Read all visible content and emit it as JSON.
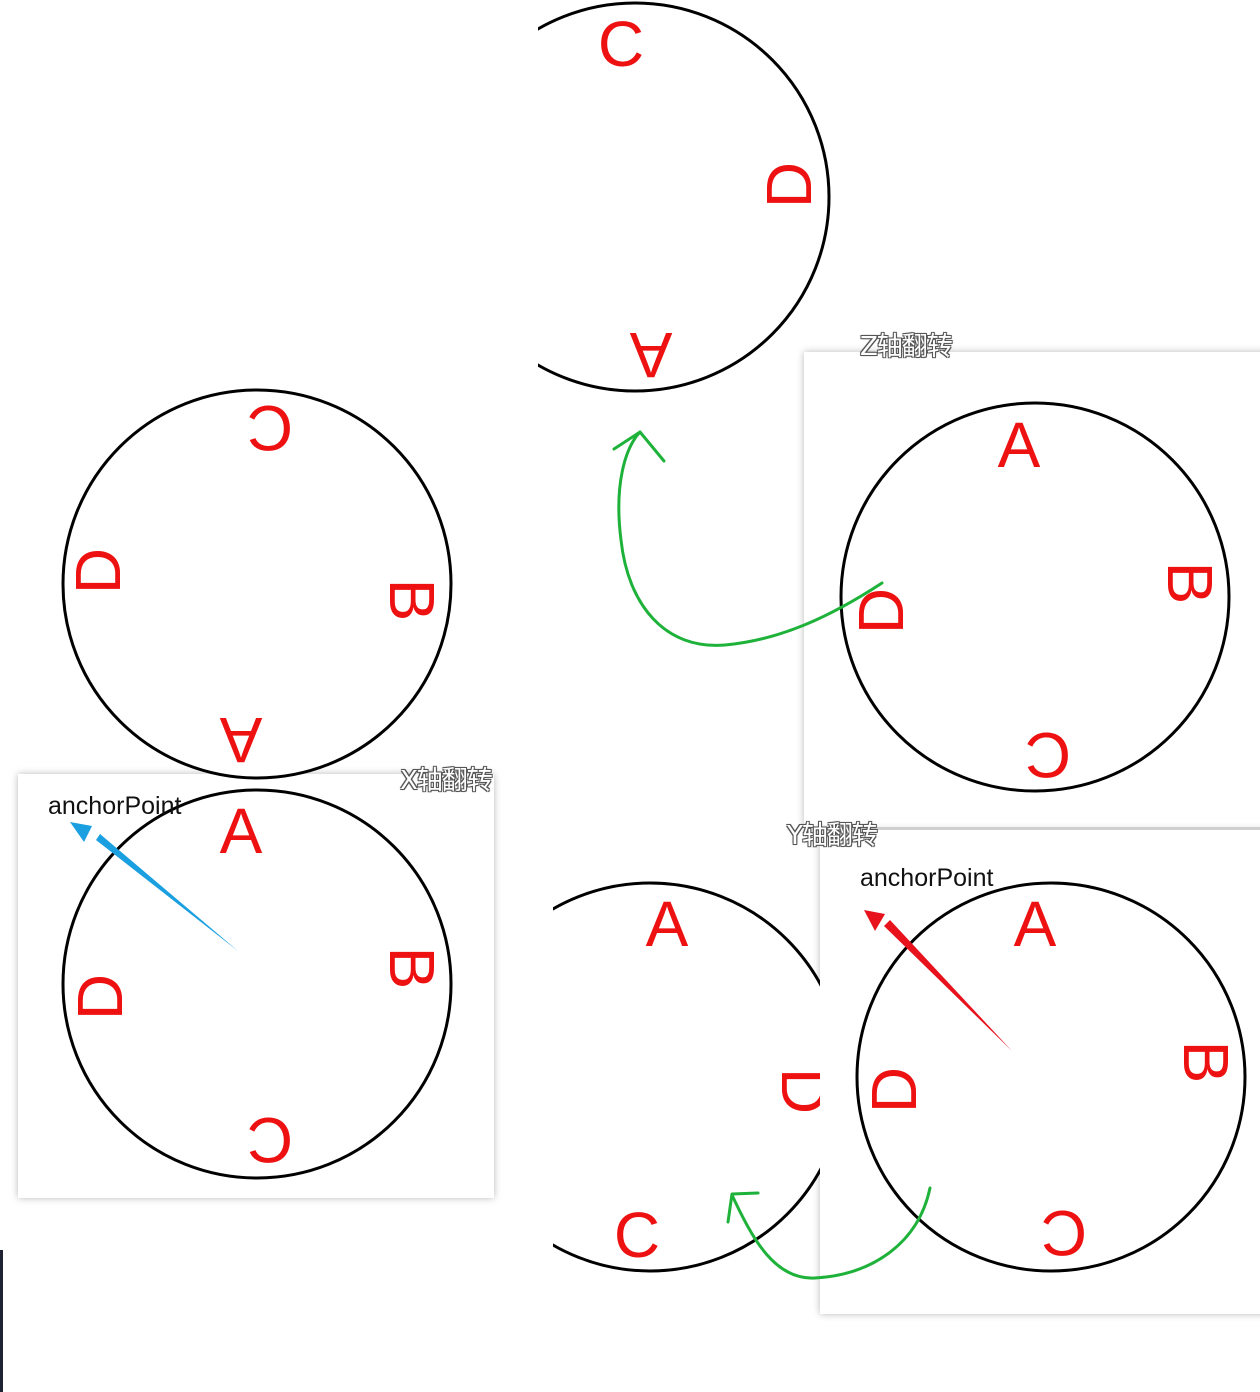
{
  "captions": {
    "z_flip": "Z轴翻转",
    "x_flip": "X轴翻转",
    "y_flip": "Y轴翻转"
  },
  "anchor_point_label": "anchorPoint",
  "letters": [
    "A",
    "B",
    "C",
    "D"
  ],
  "colors": {
    "letters": "#ee1111",
    "circle": "#000000",
    "flip_arrow": "#1fb23a",
    "anchor_arrow_x": "#1a9fe0",
    "anchor_arrow_y": "#e8121d"
  }
}
